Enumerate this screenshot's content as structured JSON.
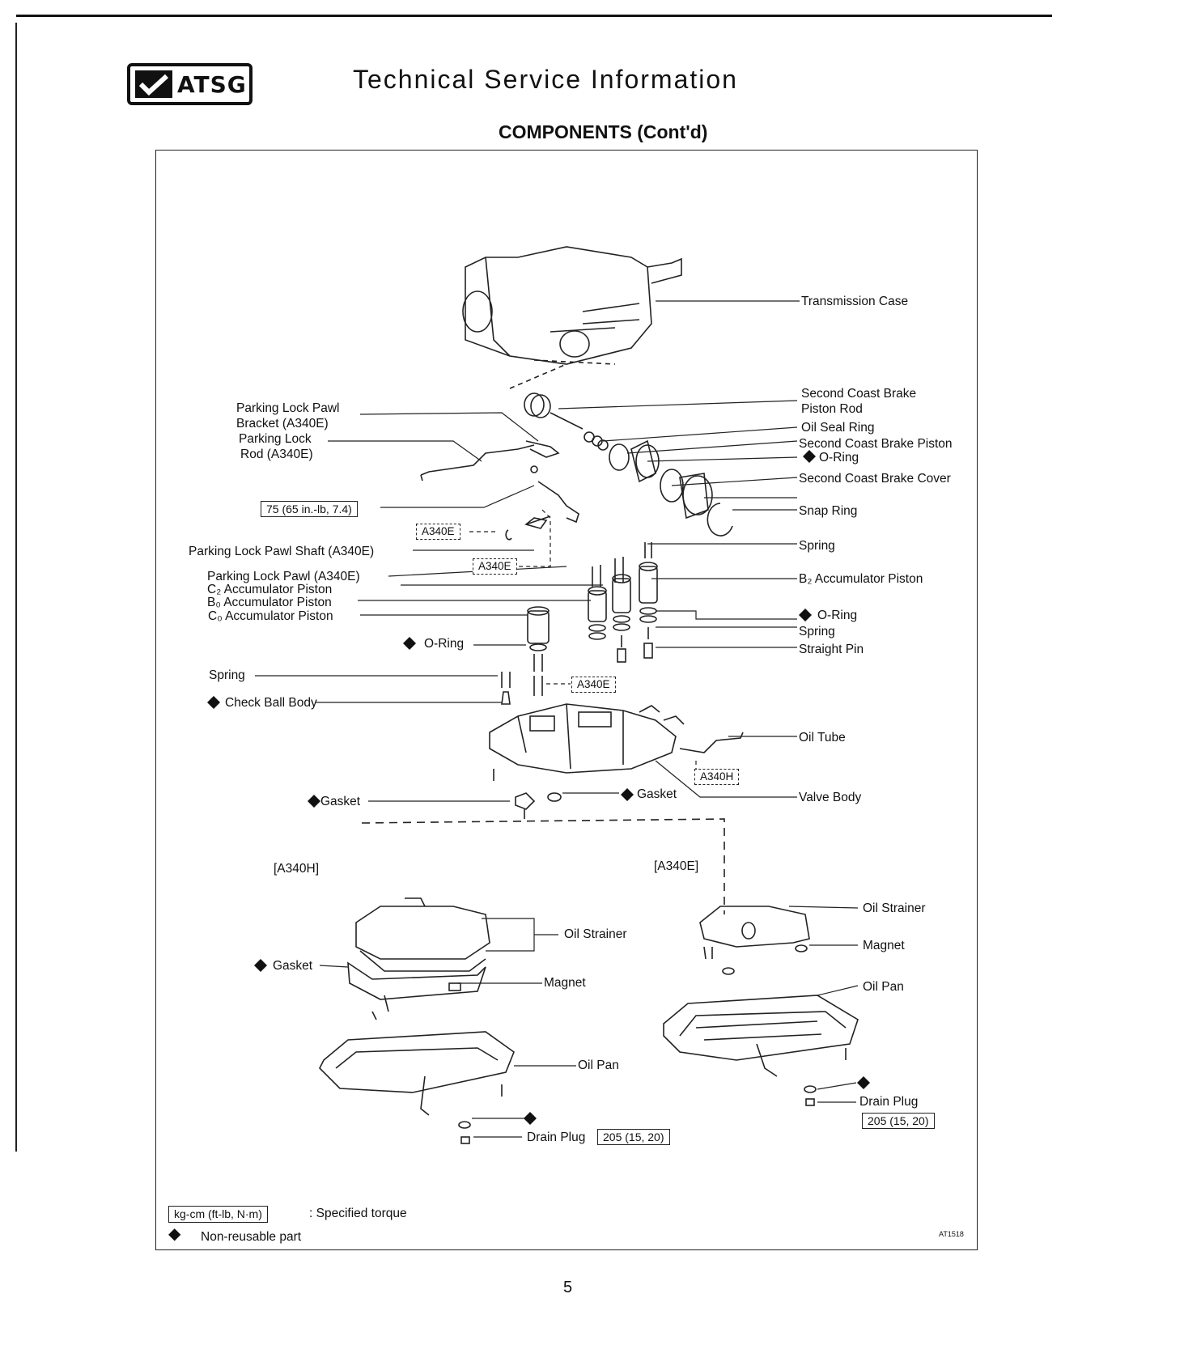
{
  "header": {
    "logo_text": "ATSG",
    "title": "Technical Service Information",
    "section": "COMPONENTS (Cont'd)"
  },
  "labels": {
    "transmission_case": "Transmission Case",
    "second_coast_brake_piston_rod_1": "Second Coast Brake",
    "second_coast_brake_piston_rod_2": "Piston Rod",
    "oil_seal_ring": "Oil Seal Ring",
    "second_coast_brake_piston": "Second Coast Brake Piston",
    "o_ring_upper": "O-Ring",
    "second_coast_brake_cover": "Second Coast Brake Cover",
    "snap_ring": "Snap Ring",
    "spring_right_upper": "Spring",
    "b2_accumulator_piston": "B₂ Accumulator Piston",
    "o_ring_right": "O-Ring",
    "spring_right": "Spring",
    "straight_pin": "Straight Pin",
    "oil_tube": "Oil Tube",
    "valve_body": "Valve Body",
    "parking_lock_pawl_bracket_1": "Parking Lock Pawl",
    "parking_lock_pawl_bracket_2": "Bracket (A340E)",
    "parking_lock_rod_1": "Parking Lock",
    "parking_lock_rod_2": "Rod (A340E)",
    "torque_pawl_bracket": "75 (65 in.-lb, 7.4)",
    "parking_lock_pawl_shaft": "Parking Lock Pawl Shaft (A340E)",
    "parking_lock_pawl": "Parking Lock Pawl (A340E)",
    "c2_accumulator_piston": "C₂ Accumulator Piston",
    "b0_accumulator_piston": "B₀ Accumulator Piston",
    "c0_accumulator_piston": "C₀ Accumulator Piston",
    "o_ring_left": "O-Ring",
    "spring_left": "Spring",
    "check_ball_body": "Check Ball Body",
    "gasket_left": "Gasket",
    "gasket_center": "Gasket",
    "tag_a340e_1": "A340E",
    "tag_a340e_2": "A340E",
    "tag_a340e_3": "A340E",
    "tag_a340h": "A340H",
    "variant_a340h": "[A340H]",
    "variant_a340e": "[A340E]",
    "oil_strainer_h": "Oil Strainer",
    "gasket_h": "Gasket",
    "magnet_h": "Magnet",
    "oil_pan_h": "Oil Pan",
    "drain_plug_h": "Drain Plug",
    "torque_drain_h": "205 (15, 20)",
    "oil_strainer_e": "Oil Strainer",
    "magnet_e": "Magnet",
    "oil_pan_e": "Oil Pan",
    "drain_plug_e": "Drain Plug",
    "torque_drain_e": "205 (15, 20)"
  },
  "legend": {
    "torque_box": "kg-cm (ft-lb, N·m)",
    "torque_text": ": Specified torque",
    "nonreusable_text": "Non-reusable part",
    "diamond": "◆"
  },
  "footer": {
    "ref_code": "AT1518",
    "page_number": "5"
  }
}
